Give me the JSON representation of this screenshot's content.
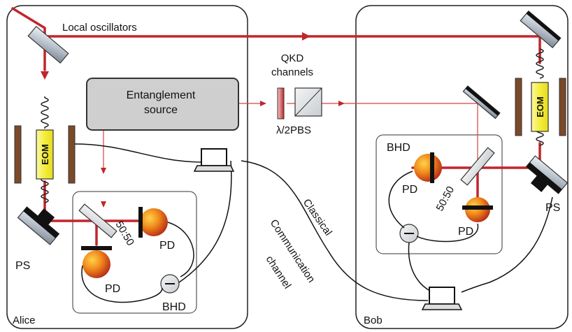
{
  "labels": {
    "local_oscillators": "Local oscillators",
    "qkd_line1": "QKD",
    "qkd_line2": "channels",
    "entanglement_line1": "Entanglement",
    "entanglement_line2": "source",
    "lambda_pbs": "λ/2PBS",
    "eom": "EOM",
    "ps": "PS",
    "pd": "PD",
    "bhd": "BHD",
    "splitter": "50:50",
    "classical_line1": "Classical",
    "classical_line2": "Communication",
    "classical_line3": "channel",
    "alice": "Alice",
    "bob": "Bob"
  },
  "colors": {
    "beam": "#c0262c",
    "thin_beam": "#d9443f",
    "eom_fill": "#f3ee3a",
    "eom_plate": "#7a4a28",
    "source_fill": "#d0d0d0",
    "pd_orange": "#f08a1c",
    "pd_red": "#c8261b"
  }
}
